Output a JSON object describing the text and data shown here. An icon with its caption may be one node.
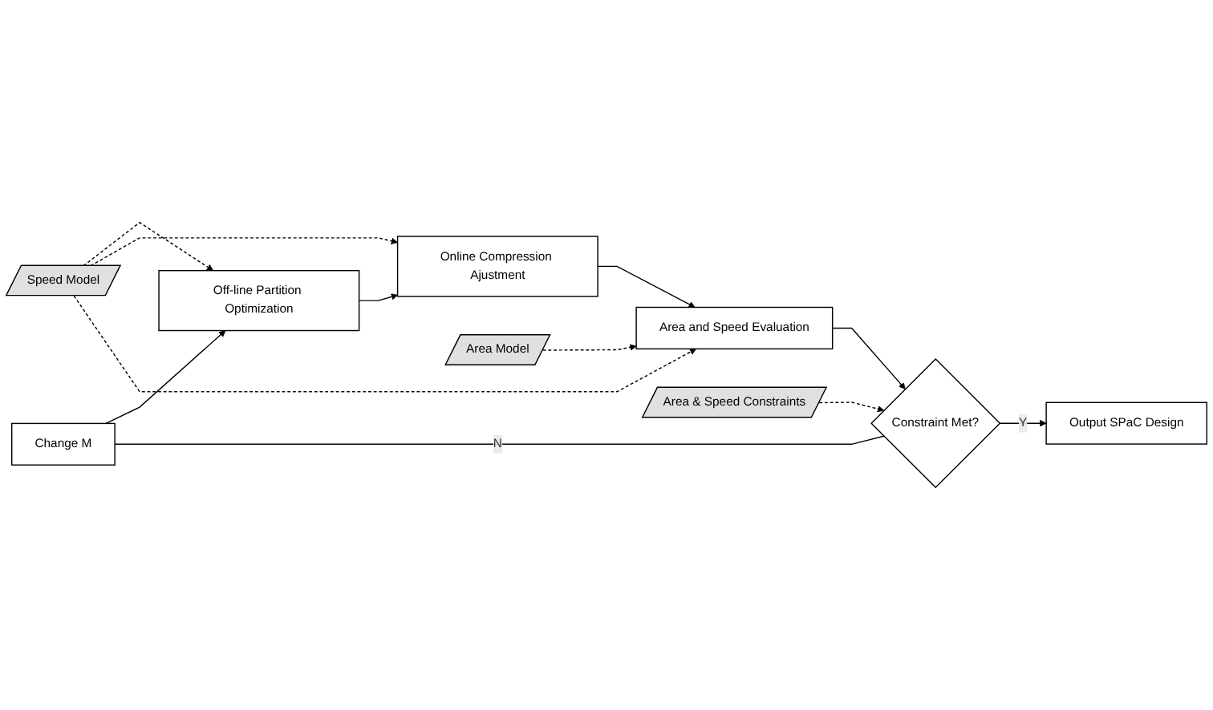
{
  "diagram": {
    "nodes": [
      {
        "text": [
          "Change M"
        ]
      },
      {
        "text": [
          "Off-line Partition Optimization"
        ]
      },
      {
        "text": [
          "Online Compression Ajustment"
        ]
      },
      {
        "text": [
          "Area and Speed Evaluation"
        ]
      },
      {
        "text": [
          "Speed Model"
        ]
      },
      {
        "text": [
          "Area Model"
        ]
      },
      {
        "text": [
          "Constraint Met?"
        ]
      },
      {
        "text": [
          "Output SPaC Design"
        ]
      },
      {
        "text": [
          "Area & Speed Constraints"
        ]
      }
    ],
    "edges": [
      {
        "from": 0,
        "to": 1,
        "arrow": "to"
      },
      {
        "from": 1,
        "to": 2,
        "arrow": "to"
      },
      {
        "from": 2,
        "to": 3,
        "arrow": "to"
      },
      {
        "from": 4,
        "to": 1,
        "arrow": "to",
        "style": "dashed"
      },
      {
        "from": 4,
        "to": 2,
        "arrow": "to",
        "style": "dashed"
      },
      {
        "from": 4,
        "to": 3,
        "arrow": "to",
        "style": "dashed"
      },
      {
        "from": 5,
        "to": 3,
        "arrow": "to",
        "style": "dashed"
      },
      {
        "from": 3,
        "to": 6,
        "arrow": "to"
      },
      {
        "from": 6,
        "to": 0,
        "label": "N",
        "arrow": "none"
      },
      {
        "from": 6,
        "to": 7,
        "label": "Y",
        "arrow": "to"
      },
      {
        "from": 8,
        "to": 6,
        "arrow": "to",
        "style": "dashed"
      }
    ]
  }
}
